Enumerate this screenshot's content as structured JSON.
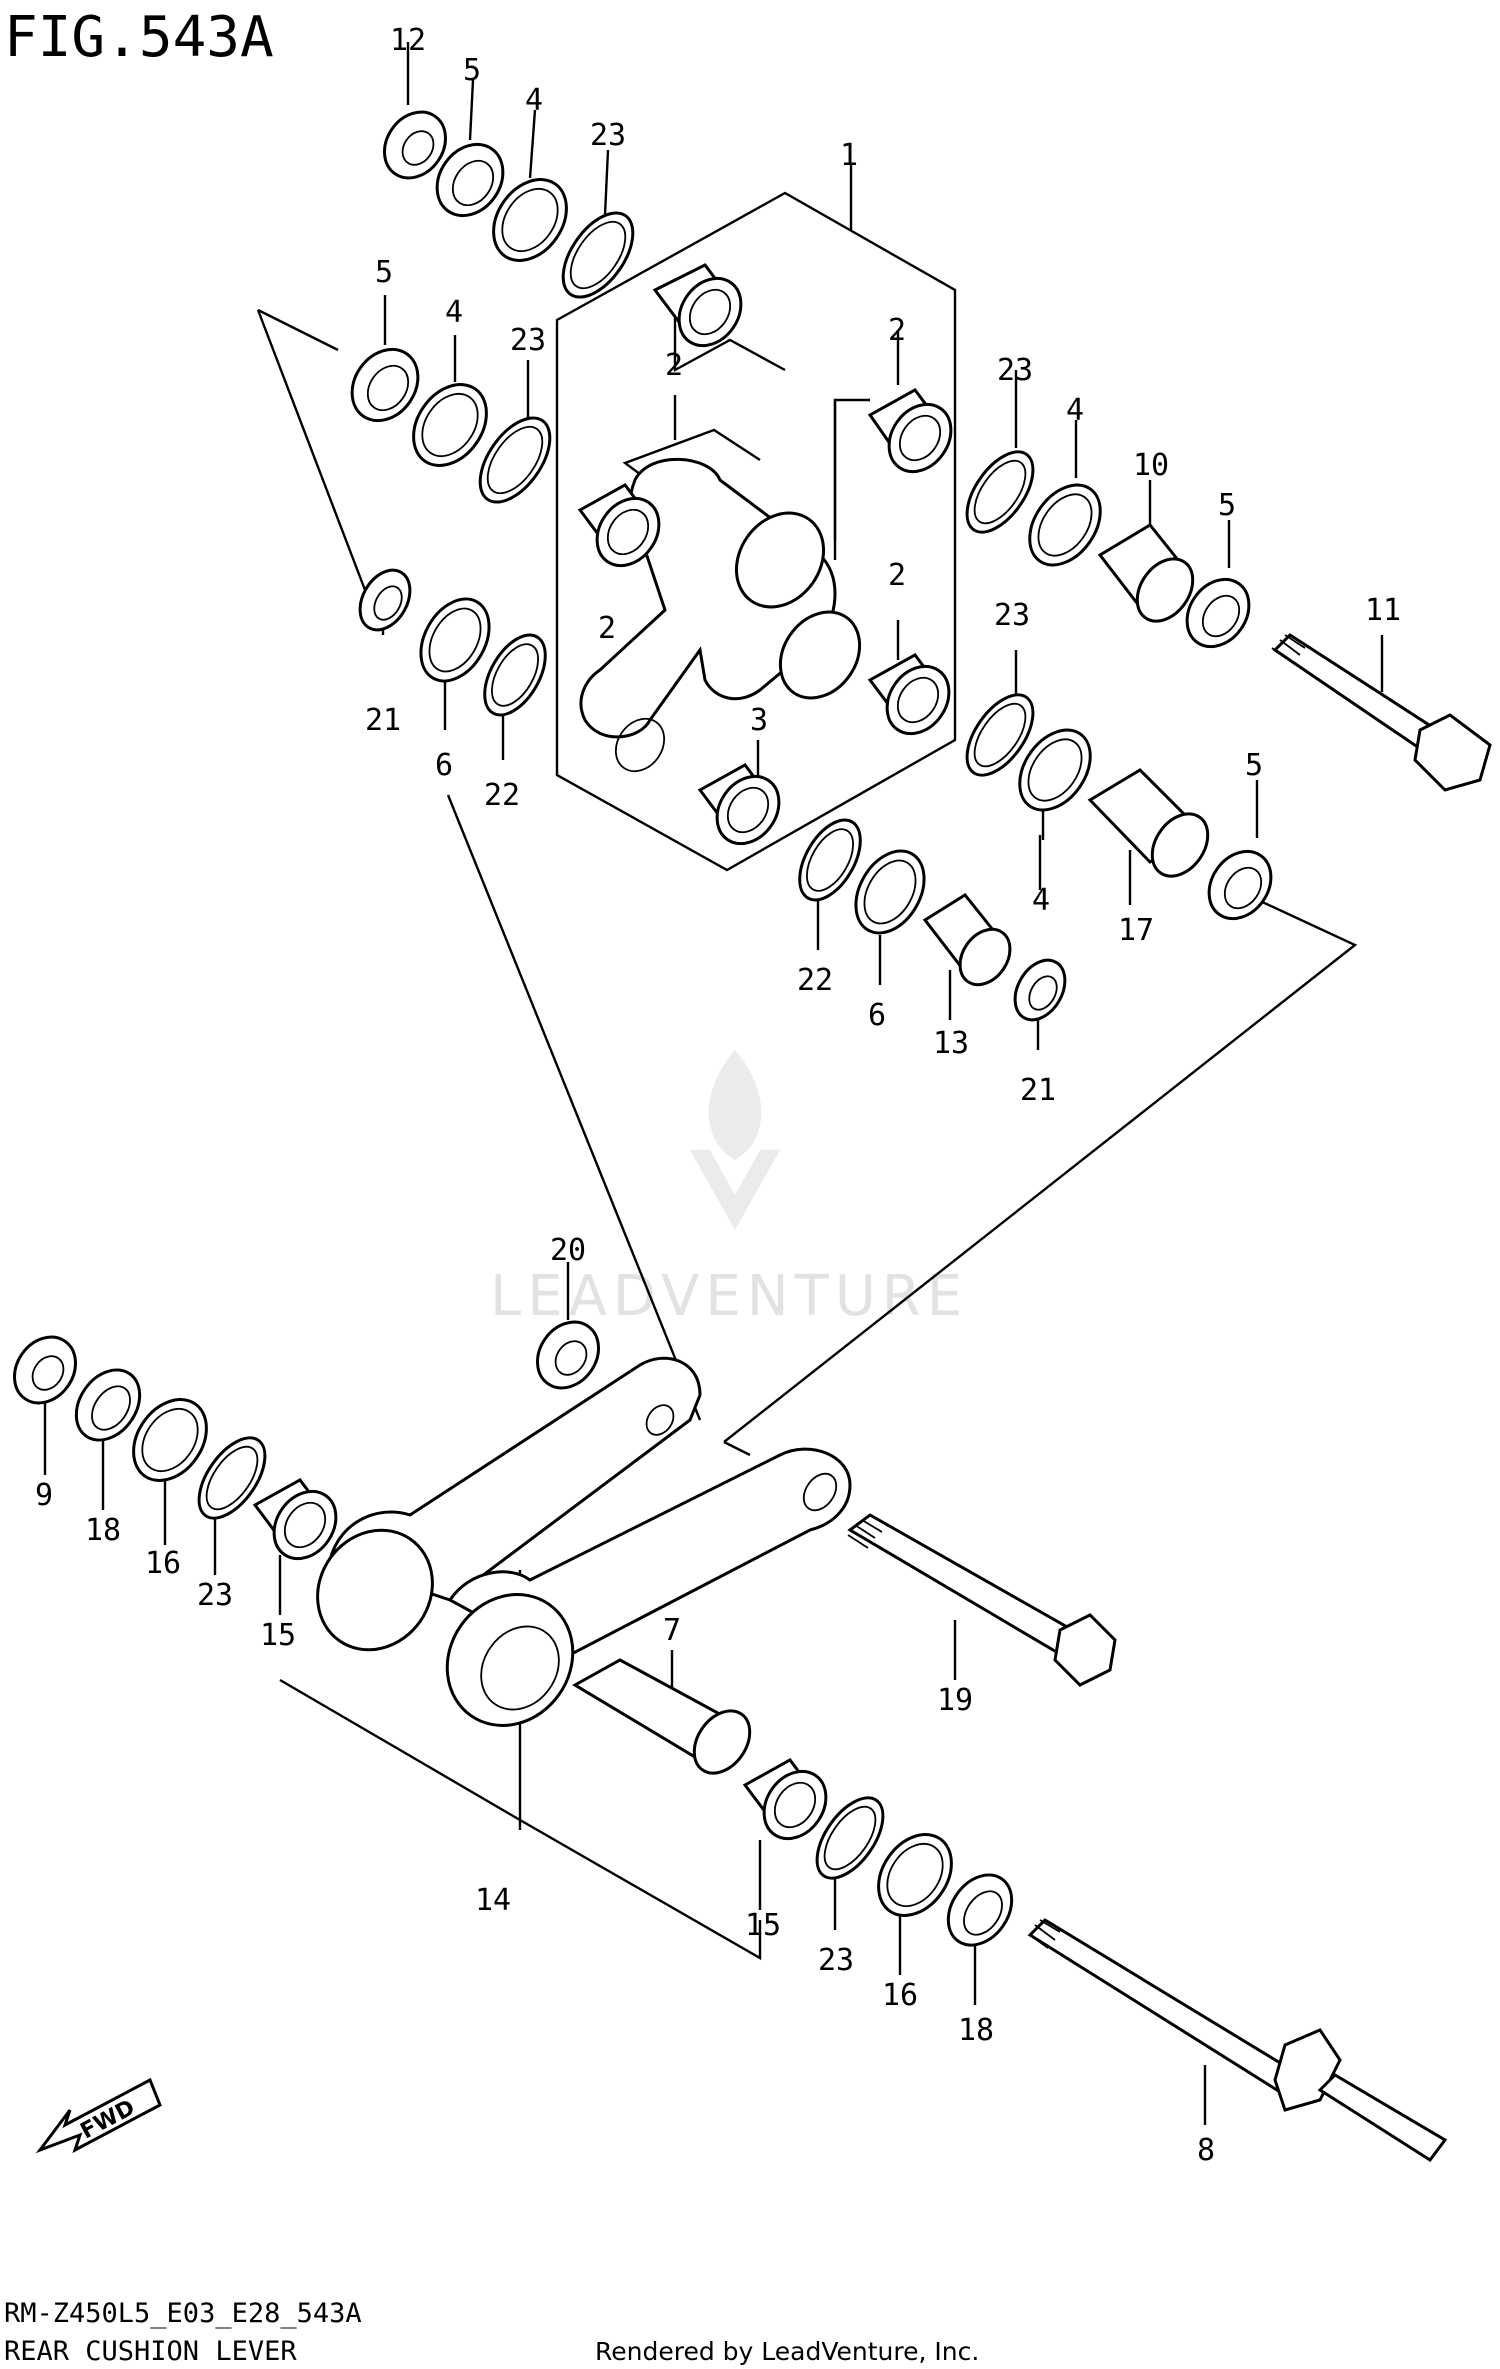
{
  "figure": {
    "title": "FIG.543A",
    "code": "RM-Z450L5_E03_E28_543A",
    "name": "REAR CUSHION LEVER",
    "credit": "Rendered by LeadVenture, Inc.",
    "watermark": "LEADVENTURE",
    "direction_label": "FWD"
  },
  "callouts": [
    "12",
    "5",
    "4",
    "23",
    "1",
    "5",
    "4",
    "23",
    "2",
    "2",
    "2",
    "23",
    "4",
    "10",
    "5",
    "2",
    "11",
    "21",
    "6",
    "22",
    "23",
    "3",
    "5",
    "4",
    "17",
    "22",
    "6",
    "13",
    "21",
    "20",
    "9",
    "18",
    "16",
    "23",
    "15",
    "7",
    "19",
    "14",
    "15",
    "23",
    "16",
    "18",
    "8"
  ]
}
